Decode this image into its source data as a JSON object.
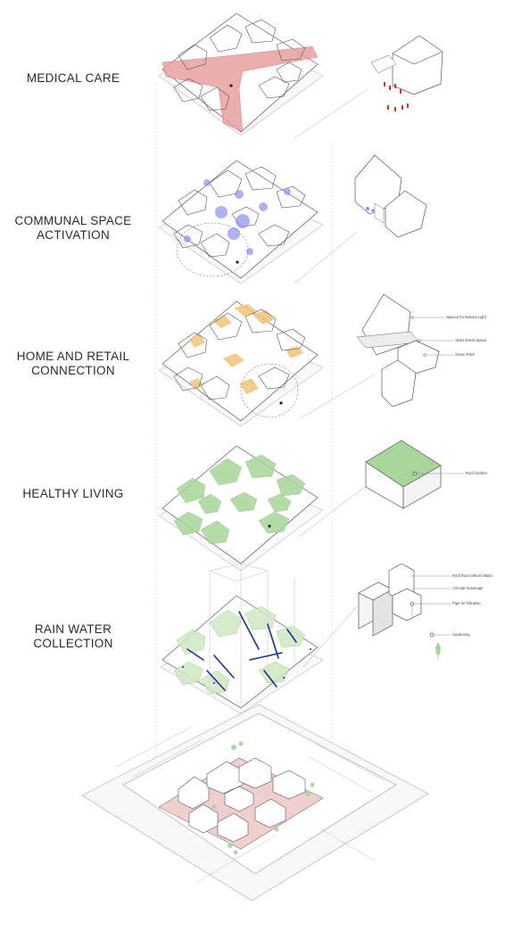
{
  "layers": [
    {
      "id": "medical",
      "title": "MEDICAL CARE",
      "accent": "#e8a0a0",
      "annotations": []
    },
    {
      "id": "communal",
      "title": "COMMUNAL SPACE\nACTIVATION",
      "accent": "#8f8ff0",
      "annotations": []
    },
    {
      "id": "retail",
      "title": "HOME AND RETAIL\nCONNECTION",
      "accent": "#f2c47a",
      "annotations": [
        "Spaces for Natural Light",
        "Open Event Space",
        "Green Roof"
      ]
    },
    {
      "id": "healthy",
      "title": "HEALTHY LIVING",
      "accent": "#a7d59a",
      "annotations": [
        "Roof Garden"
      ]
    },
    {
      "id": "rain",
      "title": "RAIN WATER\nCOLLECTION",
      "accent": "#1f2f8f",
      "annotations": [
        "Roof that Collects Water",
        "Circular Sewerage",
        "Pipe for Filtration",
        "Gardening"
      ]
    }
  ],
  "colors": {
    "line": "#6a6a6a",
    "light_line": "#b5b5b5",
    "ground_pink": "#f0cfcf",
    "green": "#a7d59a",
    "base_fill": "#f4f4f4"
  }
}
